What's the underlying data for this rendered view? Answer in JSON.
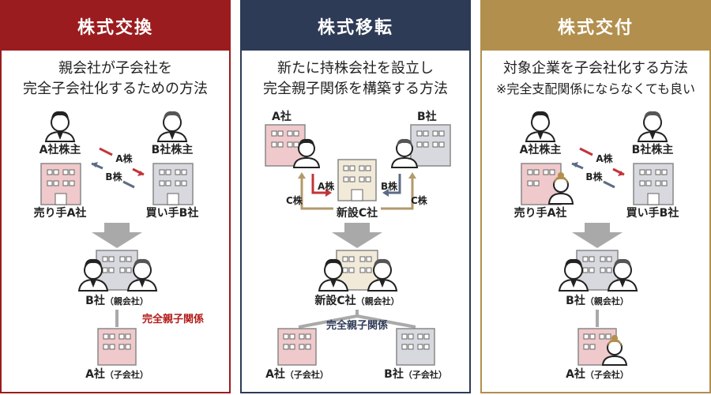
{
  "colors": {
    "exchange": "#9b1c1f",
    "transfer": "#2e3b56",
    "delivery": "#b28f4d",
    "red_text": "#b31b1b",
    "navy_text": "#2e3b56",
    "arrow_red": "#c2343a",
    "arrow_blue": "#5c6b85",
    "arrow_gold": "#b29a6a"
  },
  "panels": [
    {
      "title": "株式交換",
      "desc1": "親会社が子会社を",
      "desc2": "完全子会社化するための方法",
      "shareholder_a": "A社株主",
      "shareholder_b": "B社株主",
      "swap_a": "A株",
      "swap_b": "B株",
      "seller": "売り手A社",
      "buyer": "買い手B社",
      "parent_name": "B社",
      "parent_suffix": "（親会社）",
      "relation": "完全親子関係",
      "child_name": "A社",
      "child_suffix": "（子会社）"
    },
    {
      "title": "株式移転",
      "desc1": "新たに持株会社を設立し",
      "desc2": "完全親子関係を構築する方法",
      "company_a": "A社",
      "company_b": "B社",
      "a_share": "A株",
      "b_share": "B株",
      "c_share_left": "C株",
      "c_share_right": "C株",
      "new_company": "新設C社",
      "parent_name": "新設C社",
      "parent_suffix": "（親会社）",
      "relation": "完全親子関係",
      "child_a_name": "A社",
      "child_a_suffix": "（子会社）",
      "child_b_name": "B社",
      "child_b_suffix": "（子会社）"
    },
    {
      "title": "株式交付",
      "desc1": "対象企業を子会社化する方法",
      "desc2": "※完全支配関係にならなくても良い",
      "shareholder_a": "A社株主",
      "shareholder_b": "B社株主",
      "swap_a": "A株",
      "swap_b": "B株",
      "seller": "売り手A社",
      "buyer": "買い手B社",
      "parent_name": "B社",
      "parent_suffix": "（親会社）",
      "child_name": "A社",
      "child_suffix": "（子会社）"
    }
  ]
}
